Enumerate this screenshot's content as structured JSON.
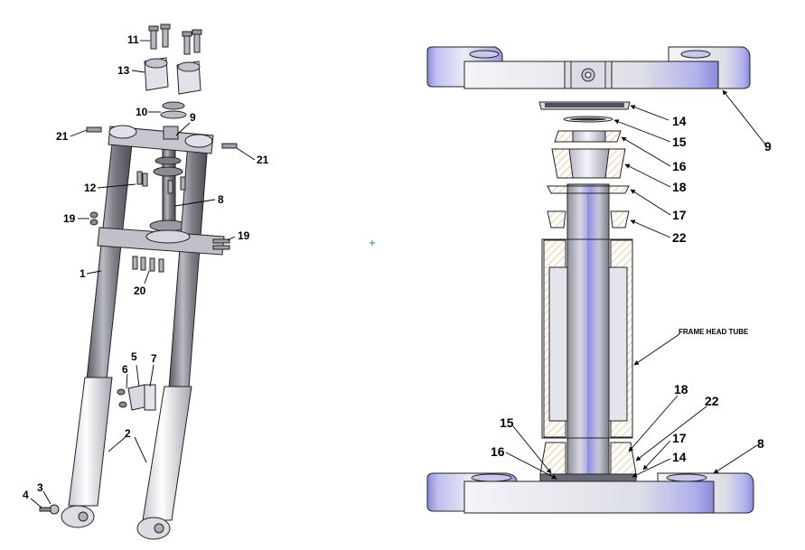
{
  "colors": {
    "part_fill": "#e8e8ee",
    "part_shadow": "#9a9aa6",
    "tube_dark": "#6f6f78",
    "accent_blue": "#8c8ce0",
    "hatch": "#f0b070",
    "crosshair": "#2aa02a"
  },
  "left_view": {
    "callouts": {
      "c1": "1",
      "c2": "2",
      "c3": "3",
      "c4": "4",
      "c5": "5",
      "c6": "6",
      "c7": "7",
      "c8": "8",
      "c9": "9",
      "c10": "10",
      "c11": "11",
      "c12": "12",
      "c13": "13",
      "c19a": "19",
      "c19b": "19",
      "c20": "20",
      "c21a": "21",
      "c21b": "21"
    }
  },
  "right_view": {
    "frame_head_tube_label": "FRAME HEAD TUBE",
    "callouts": {
      "c14a": "14",
      "c14b": "14",
      "c15a": "15",
      "c15b": "15",
      "c16a": "16",
      "c16b": "16",
      "c17a": "17",
      "c17b": "17",
      "c18a": "18",
      "c18b": "18",
      "c22a": "22",
      "c22b": "22",
      "c9": "9",
      "c8": "8"
    }
  }
}
